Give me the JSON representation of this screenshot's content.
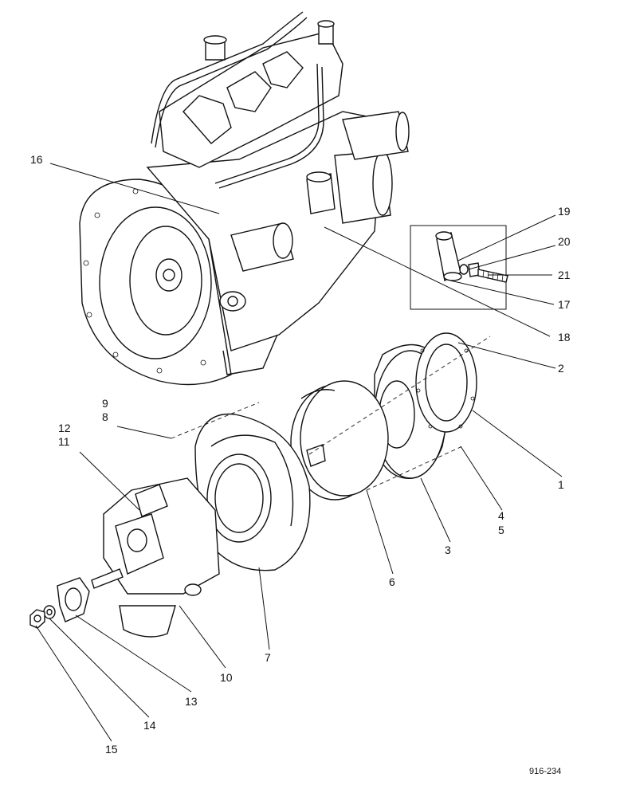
{
  "diagram": {
    "drawing_reference": "916-234",
    "callouts": [
      {
        "id": "c1",
        "text": "1"
      },
      {
        "id": "c2",
        "text": "2"
      },
      {
        "id": "c3",
        "text": "3"
      },
      {
        "id": "c4",
        "text": "4"
      },
      {
        "id": "c5",
        "text": "5"
      },
      {
        "id": "c6",
        "text": "6"
      },
      {
        "id": "c7",
        "text": "7"
      },
      {
        "id": "c8",
        "text": "8"
      },
      {
        "id": "c9",
        "text": "9"
      },
      {
        "id": "c10",
        "text": "10"
      },
      {
        "id": "c11",
        "text": "11"
      },
      {
        "id": "c12",
        "text": "12"
      },
      {
        "id": "c13",
        "text": "13"
      },
      {
        "id": "c14",
        "text": "14"
      },
      {
        "id": "c15",
        "text": "15"
      },
      {
        "id": "c16",
        "text": "16"
      },
      {
        "id": "c17",
        "text": "17"
      },
      {
        "id": "c18",
        "text": "18"
      },
      {
        "id": "c19",
        "text": "19"
      },
      {
        "id": "c20",
        "text": "20"
      },
      {
        "id": "c21",
        "text": "21"
      }
    ]
  }
}
